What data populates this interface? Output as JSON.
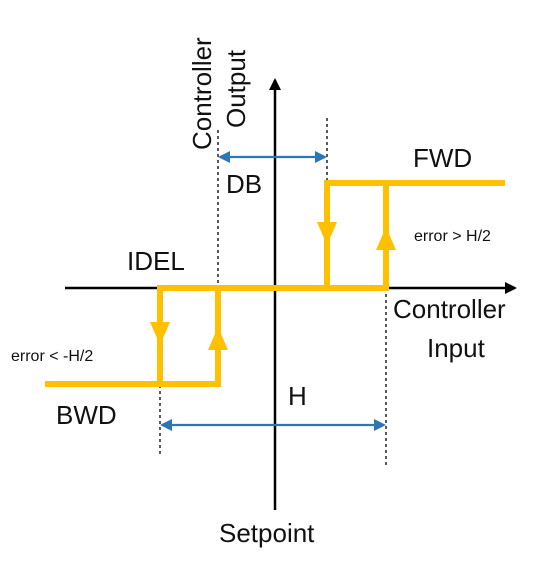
{
  "labels": {
    "y_axis_line1": "Controller",
    "y_axis_line2": "Output",
    "x_axis_line1": "Controller",
    "x_axis_line2": "Input",
    "setpoint": "Setpoint",
    "fwd": "FWD",
    "bwd": "BWD",
    "idle": "IDEL",
    "deadband": "DB",
    "hysteresis": "H",
    "error_pos": "error > H/2",
    "error_neg": "error < -H/2"
  },
  "colors": {
    "curve": "#FFC000",
    "dimension": "#2E75B6",
    "axis": "#000000"
  }
}
